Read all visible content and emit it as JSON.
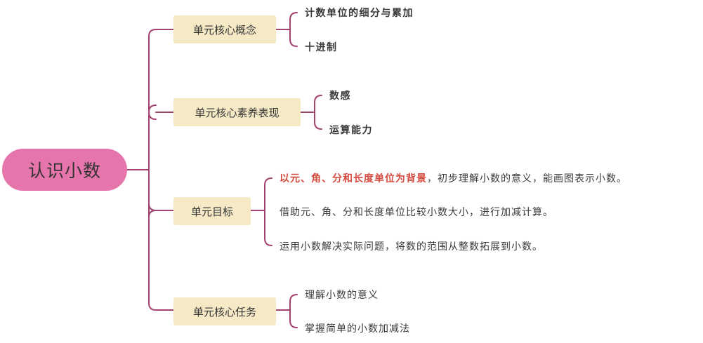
{
  "root": {
    "label": "认识小数"
  },
  "branches": [
    {
      "label": "单元核心概念",
      "items": [
        "计数单位的细分与累加",
        "十进制"
      ]
    },
    {
      "label": "单元核心素养表现",
      "items": [
        "数感",
        "运算能力"
      ]
    },
    {
      "label": "单元目标",
      "items": [
        {
          "highlight": "以元、角、分和长度单位为背景",
          "text": "，初步理解小数的意义，能画图表示小数。"
        },
        {
          "text": "借助元、角、分和长度单位比较小数大小，进行加减计算。"
        },
        {
          "text": "运用小数解决实际问题，将数的范围从整数拓展到小数。"
        }
      ]
    },
    {
      "label": "单元核心任务",
      "items": [
        "理解小数的意义",
        "掌握简单的小数加减法"
      ]
    }
  ],
  "colors": {
    "line": "#a3426e",
    "root_fill": "#e675ab",
    "branch_fill": "#f5e9c6",
    "highlight_text": "#d44a3e"
  }
}
